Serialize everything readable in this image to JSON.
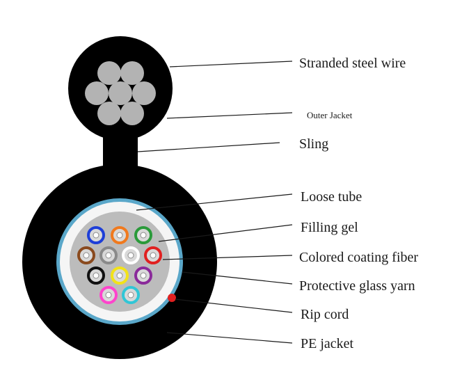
{
  "labels": {
    "stranded_steel_wire": "Stranded steel wire",
    "outer_jacket": "Outer Jacket",
    "sling": "Sling",
    "loose_tube": "Loose tube",
    "filling_gel": "Filling gel",
    "colored_coating_fiber": "Colored coating fiber",
    "protective_glass_yarn": "Protective glass yarn",
    "rip_cord": "Rip cord",
    "pe_jacket": "PE jacket"
  },
  "colors": {
    "jacket": "#000000",
    "steel_strand": "#b3b3b3",
    "glass_yarn_ring": "#5aa7c9",
    "filling_gel": "#f5f5f5",
    "loose_tube": "#bcbcbc",
    "rip_cord": "#e02020",
    "fiber_colors": [
      "#1e3fd8",
      "#f07a1e",
      "#2a9a3a",
      "#8a4a1e",
      "#8a8a8a",
      "#ffffff",
      "#e02020",
      "#111111",
      "#f2e21a",
      "#8a2a9a",
      "#ff44cc",
      "#31c6d6"
    ]
  }
}
